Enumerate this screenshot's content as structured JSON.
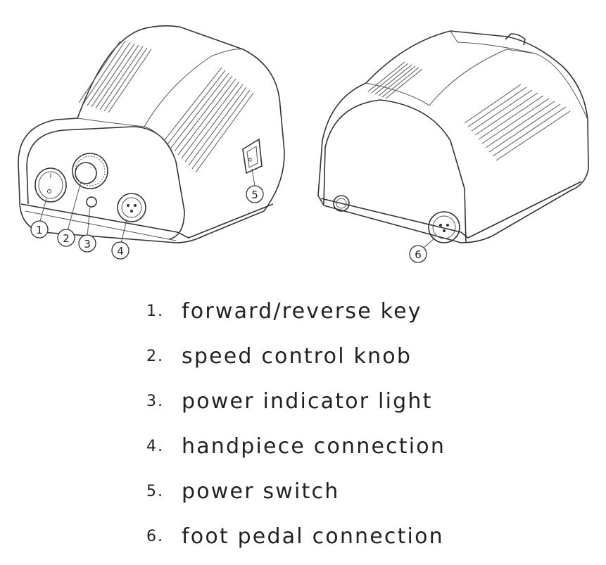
{
  "callouts": [
    {
      "num": "1"
    },
    {
      "num": "2"
    },
    {
      "num": "3"
    },
    {
      "num": "4"
    },
    {
      "num": "5"
    },
    {
      "num": "6"
    }
  ],
  "legend": [
    {
      "num": "1.",
      "text": "forward/reverse key"
    },
    {
      "num": "2.",
      "text": "speed control knob"
    },
    {
      "num": "3.",
      "text": "power indicator light"
    },
    {
      "num": "4.",
      "text": "handpiece connection"
    },
    {
      "num": "5.",
      "text": "power switch"
    },
    {
      "num": "6.",
      "text": "foot pedal connection"
    }
  ]
}
